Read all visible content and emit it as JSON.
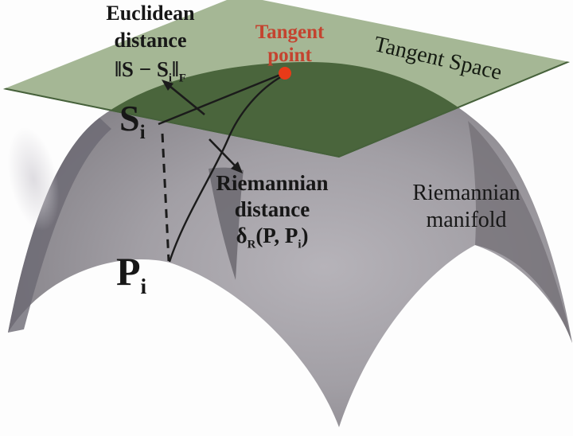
{
  "figure": {
    "type": "diagram",
    "description": "Riemannian manifold with tangent space, tangent point and distance annotations",
    "background": "#fdfdfd"
  },
  "colors": {
    "plane_green": "#a5b795",
    "plane_edge_green": "#46613b",
    "cap_green": "#4a653c",
    "dome_gray_light": "#b6b3b9",
    "dome_gray_mid": "#949197",
    "dome_gray_dark": "#6e6b72",
    "line_black": "#1b1b1b",
    "label_red": "#c4432f",
    "dot_red": "#e83a18",
    "text_black": "#171717"
  },
  "labels": {
    "euclidean": {
      "line1": "Euclidean",
      "line2": "distance"
    },
    "euclidean_formula": {
      "open": "‖S − S",
      "sub_i": "i",
      "close": "‖",
      "sub_f": "F"
    },
    "tangent_point": {
      "line1": "Tangent",
      "line2": "point"
    },
    "tangent_space": "Tangent Space",
    "s_point": {
      "base": "S",
      "sub": "i"
    },
    "p_point": {
      "base": "P",
      "sub": "i"
    },
    "riemannian_distance": {
      "line1": "Riemannian",
      "line2": "distance"
    },
    "riemannian_distance_formula": {
      "delta": "δ",
      "sub_r": "R",
      "mid": "(P, P",
      "sub_i": "i",
      "close": ")"
    },
    "riemannian_manifold": {
      "line1": "Riemannian",
      "line2": "manifold"
    }
  }
}
